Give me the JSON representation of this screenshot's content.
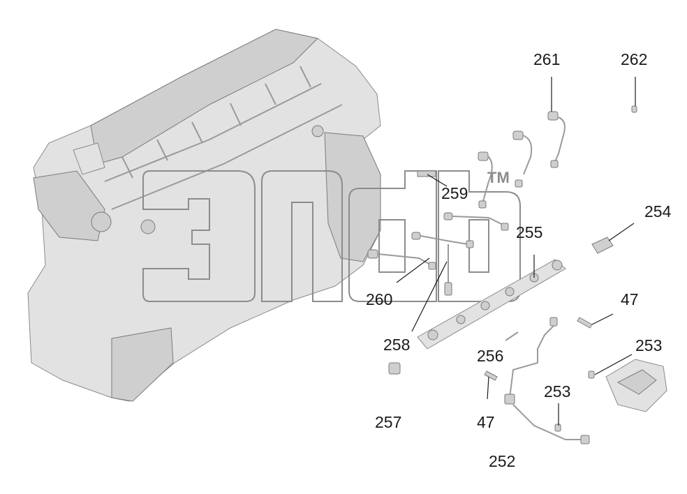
{
  "watermark": {
    "trademark": "TM"
  },
  "callouts": [
    {
      "id": "c261",
      "text": "261"
    },
    {
      "id": "c262",
      "text": "262"
    },
    {
      "id": "c259",
      "text": "259"
    },
    {
      "id": "c254",
      "text": "254"
    },
    {
      "id": "c255",
      "text": "255"
    },
    {
      "id": "c260",
      "text": "260"
    },
    {
      "id": "c47a",
      "text": "47"
    },
    {
      "id": "c258",
      "text": "258"
    },
    {
      "id": "c253a",
      "text": "253"
    },
    {
      "id": "c256",
      "text": "256"
    },
    {
      "id": "c253b",
      "text": "253"
    },
    {
      "id": "c257",
      "text": "257"
    },
    {
      "id": "c47b",
      "text": "47"
    },
    {
      "id": "c252",
      "text": "252"
    }
  ]
}
